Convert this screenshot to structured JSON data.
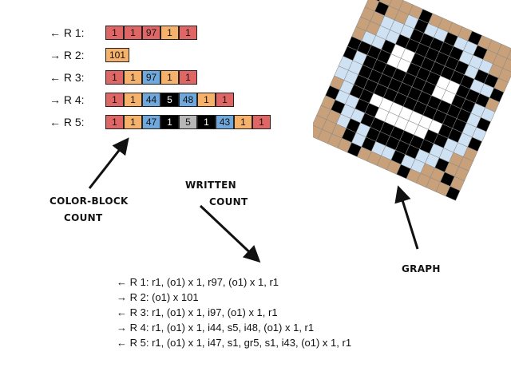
{
  "rows": [
    {
      "label": "← R 1:",
      "cells": [
        [
          "1",
          "r"
        ],
        [
          "1",
          "r"
        ],
        [
          "97",
          "r"
        ],
        [
          "1",
          "o"
        ],
        [
          "1",
          "r"
        ]
      ]
    },
    {
      "label": "→ R 2:",
      "cells": [
        [
          "101",
          "o"
        ]
      ]
    },
    {
      "label": "← R 3:",
      "cells": [
        [
          "1",
          "r"
        ],
        [
          "1",
          "o"
        ],
        [
          "97",
          "b"
        ],
        [
          "1",
          "o"
        ],
        [
          "1",
          "r"
        ]
      ]
    },
    {
      "label": "→ R 4:",
      "cells": [
        [
          "1",
          "r"
        ],
        [
          "1",
          "o"
        ],
        [
          "44",
          "b"
        ],
        [
          "5",
          "k"
        ],
        [
          "48",
          "b"
        ],
        [
          "1",
          "o"
        ],
        [
          "1",
          "r"
        ]
      ]
    },
    {
      "label": "← R 5:",
      "cells": [
        [
          "1",
          "r"
        ],
        [
          "1",
          "o"
        ],
        [
          "47",
          "b"
        ],
        [
          "1",
          "k"
        ],
        [
          "5",
          "g"
        ],
        [
          "1",
          "k"
        ],
        [
          "43",
          "b"
        ],
        [
          "1",
          "o"
        ],
        [
          "1",
          "r"
        ]
      ]
    }
  ],
  "colors": {
    "r": "#e06666",
    "o": "#f6b26b",
    "b": "#6fa8dc",
    "k": "#000000",
    "g": "#b7b7b7"
  },
  "annotations": {
    "color_block_1": "COLOR-BLOCK",
    "color_block_2": "COUNT",
    "written_1": "WRITTEN",
    "written_2": "COUNT",
    "graph": "GRAPH"
  },
  "written_count": [
    "← R 1: r1, (o1) x 1, r97, (o1) x 1, r1",
    "→ R 2: (o1) x 101",
    "← R 3: r1, (o1) x 1, i97, (o1) x 1, r1",
    "→ R 4: r1, (o1) x 1, i44, s5, i48, (o1) x 1, r1",
    "← R 5: r1, (o1) x 1, i47, s1, gr5, s1, i43, (o1) x 1, r1"
  ],
  "graph_colors": {
    "bg": "#c8a07a",
    "light": "#cfe2f3",
    "dark": "#000000",
    "white": "#ffffff"
  }
}
